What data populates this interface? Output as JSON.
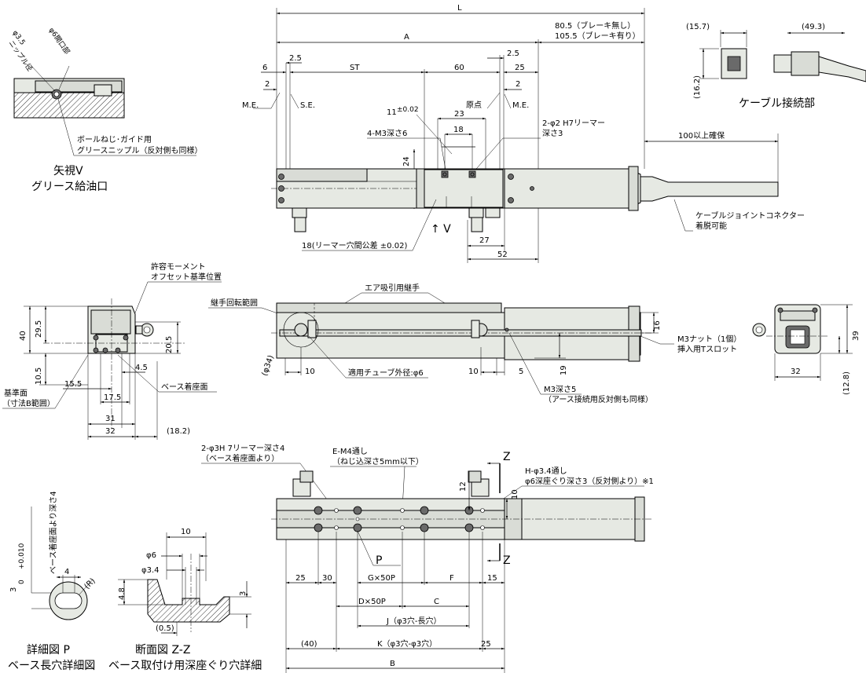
{
  "top_view": {
    "dim_L": "L",
    "dim_A": "A",
    "dim_motor_nobrake": "80.5（ブレーキ無し）",
    "dim_motor_brake": "105.5（ブレーキ有り）",
    "dim_6": "6",
    "dim_2_5_left": "2.5",
    "dim_ST": "ST",
    "dim_60": "60",
    "dim_2_5_right": "2.5",
    "dim_2_left": "2",
    "dim_25": "25",
    "dim_2_right": "2",
    "label_me_left": "M.E.",
    "label_se": "S.E.",
    "label_origin": "原点",
    "label_me_right": "M.E.",
    "dim_11": "11",
    "dim_11_tol": "±0.02",
    "dim_23": "23",
    "dim_18": "18",
    "label_m3": "4-M3深さ6",
    "label_reamer_1": "2-φ2 H7リーマー",
    "label_reamer_2": "深さ3",
    "dim_24": "24",
    "dim_100": "100以上確保",
    "arrow_v": "↑ V",
    "dim_27": "27",
    "dim_52": "52",
    "label_reamer_pitch": "18(リーマー穴間公差 ±0.02)",
    "label_cable_joint_1": "ケーブルジョイントコネクター",
    "label_cable_joint_2": "着脱可能"
  },
  "cable": {
    "dim_15_7": "(15.7)",
    "dim_49_3": "(49.3)",
    "dim_16_2": "(16.2)",
    "title": "ケーブル接続部"
  },
  "view_v": {
    "label_nipple_1": "φ3.5",
    "label_nipple_2": "ニップル径",
    "label_opening": "φ6開口部",
    "label_grease_1": "ボールねじ･ガイド用",
    "label_grease_2": "グリースニップル（反対側も同様）",
    "title_1": "矢視V",
    "title_2": "グリース給油口"
  },
  "side_left": {
    "label_moment_1": "許容モーメント",
    "label_moment_2": "オフセット基準位置",
    "dim_40": "40",
    "dim_29_5": "29.5",
    "dim_20_5": "20.5",
    "dim_10_5": "10.5",
    "dim_4_5": "4.5",
    "dim_15_5": "15.5",
    "dim_17_5": "17.5",
    "dim_31": "31",
    "dim_32": "32",
    "dim_18_2": "(18.2)",
    "label_ref_1": "基準面",
    "label_ref_2": "（寸法B範囲）",
    "label_base": "ベース着座面"
  },
  "front_view": {
    "label_air": "エア吸引用継手",
    "label_rot": "継手回転範囲",
    "dim_phi34": "(φ34)",
    "dim_10_left": "10",
    "label_tube": "適用チューブ外径:φ6",
    "dim_10_right": "10",
    "dim_5": "5",
    "dim_16": "16",
    "dim_19": "19",
    "label_m3_depth": "M3深さ5",
    "label_earth": "（アース接続用反対側も同様）",
    "label_nut_1": "M3ナット（1個）",
    "label_nut_2": "挿入用Tスロット"
  },
  "end_view": {
    "dim_39": "39",
    "dim_32": "32",
    "dim_12_8": "(12.8)"
  },
  "bottom_view": {
    "label_ream_3h_1": "2-φ3H 7リーマー深さ4",
    "label_ream_3h_2": "（ベース着座面より）",
    "label_em4_1": "E-M4通し",
    "label_em4_2": "（ねじ込深さ5mm以下）",
    "label_h_1": "H-φ3.4通し",
    "label_h_2": "φ6深座ぐり深さ3（反対側より）※1",
    "label_z_top": "Z",
    "label_z_bot": "Z",
    "dim_12": "12",
    "dim_10": "10",
    "label_p": "P",
    "dim_25_left": "25",
    "dim_30": "30",
    "dim_gx50p": "G×50P",
    "dim_F": "F",
    "dim_15": "15",
    "dim_dx50p": "D×50P",
    "dim_C": "C",
    "dim_J": "J（φ3穴-長穴）",
    "dim_40": "(40)",
    "dim_K": "K（φ3穴-φ3穴）",
    "dim_25_right": "25",
    "dim_B": "B"
  },
  "detail_p": {
    "dim_3": "3",
    "dim_3_tol_up": "+0.010",
    "dim_3_tol_low": "0",
    "label_depth": "ベース着座面より深さ4",
    "dim_4": "4",
    "dim_R": "(R)",
    "title_1": "詳細図 P",
    "title_2": "ベース長穴詳細図"
  },
  "section_zz": {
    "dim_phi6": "φ6",
    "dim_phi3_4": "φ3.4",
    "dim_10": "10",
    "dim_4_8": "4.8",
    "dim_3": "3",
    "dim_0_5": "(0.5)",
    "title_1": "断面図 Z-Z",
    "title_2": "ベース取付け用深座ぐり穴詳細"
  }
}
